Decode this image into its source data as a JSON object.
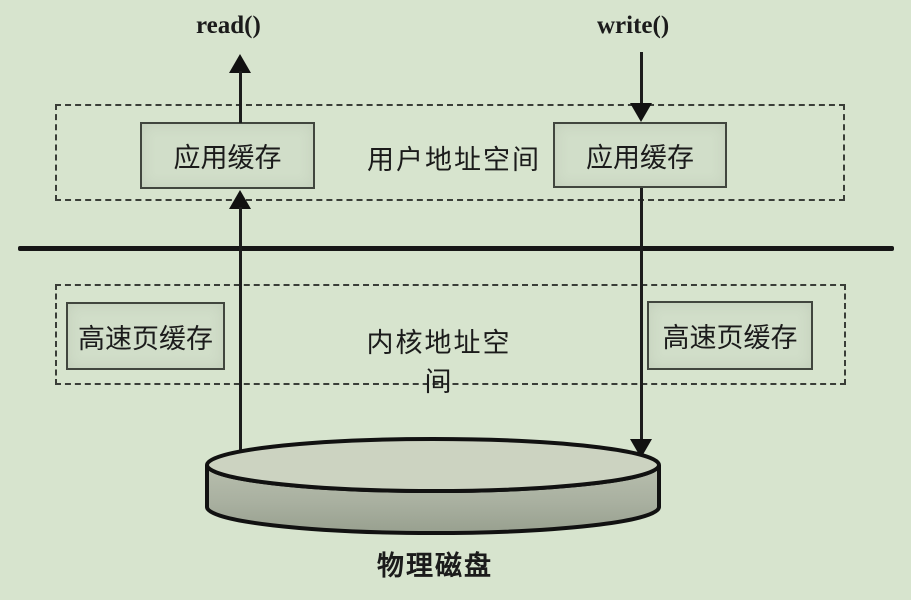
{
  "labels": {
    "read_call": "read()",
    "write_call": "write()",
    "user_space": "用户地址空间",
    "kernel_space": "内核地址空间",
    "app_buffer": "应用缓存",
    "page_cache": "高速页缓存",
    "physical_disk": "物理磁盘"
  },
  "colors": {
    "background": "#d7e4ce",
    "box_fill": "#d1dec9",
    "box_border": "#41463e",
    "ink": "#1b1b1b",
    "disk_top_fill": "#ccd3c1",
    "disk_side_fill": "#a9b0a0"
  }
}
